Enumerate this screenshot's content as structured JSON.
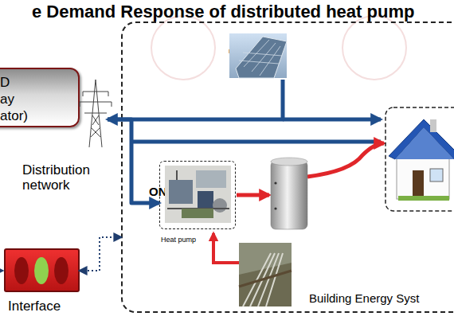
{
  "diagram": {
    "title": "e Demand Response of distributed heat pump",
    "nodes": [
      {
        "text": [
          "D ay ator)"
        ]
      },
      {
        "text": [
          "Distribution network"
        ]
      },
      {
        "text": [
          "Building Energy Syst"
        ]
      },
      {
        "text": [
          "PV"
        ],
        "in": 2
      },
      {
        "text": [
          "ON",
          "Heat pump"
        ],
        "in": 2
      },
      {
        "text": [
          "Interface"
        ]
      }
    ],
    "edges": [
      {
        "from": 3,
        "to": 1,
        "arrow": "to"
      },
      {
        "from": 1,
        "to": 4,
        "arrow": "to"
      },
      {
        "from": 5,
        "to": 2,
        "arrow": "both"
      }
    ]
  }
}
